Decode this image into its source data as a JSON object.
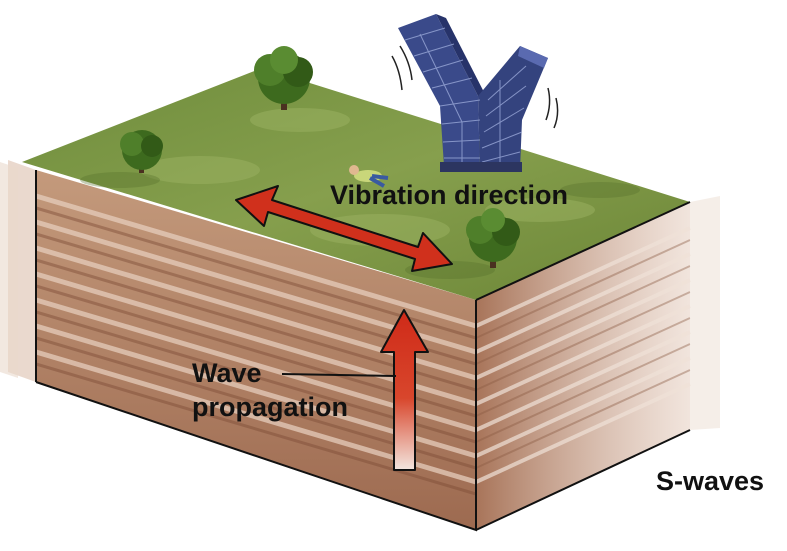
{
  "labels": {
    "vibration": "Vibration direction",
    "wave_line1": "Wave",
    "wave_line2": "propagation",
    "swaves": "S-waves"
  },
  "colors": {
    "ground_top": "#7e9a46",
    "ground_top_dark": "#5e7a2e",
    "soil_light": "#d9b8a0",
    "soil_dark": "#8a5a42",
    "arrow_red": "#d0301c",
    "arrow_outline": "#111111",
    "building_blue": "#3a4a8a",
    "tree_green": "#3d6a1e"
  },
  "icons": [
    "tree-icon",
    "building-icon",
    "person-icon",
    "double-arrow-icon",
    "up-arrow-icon"
  ]
}
